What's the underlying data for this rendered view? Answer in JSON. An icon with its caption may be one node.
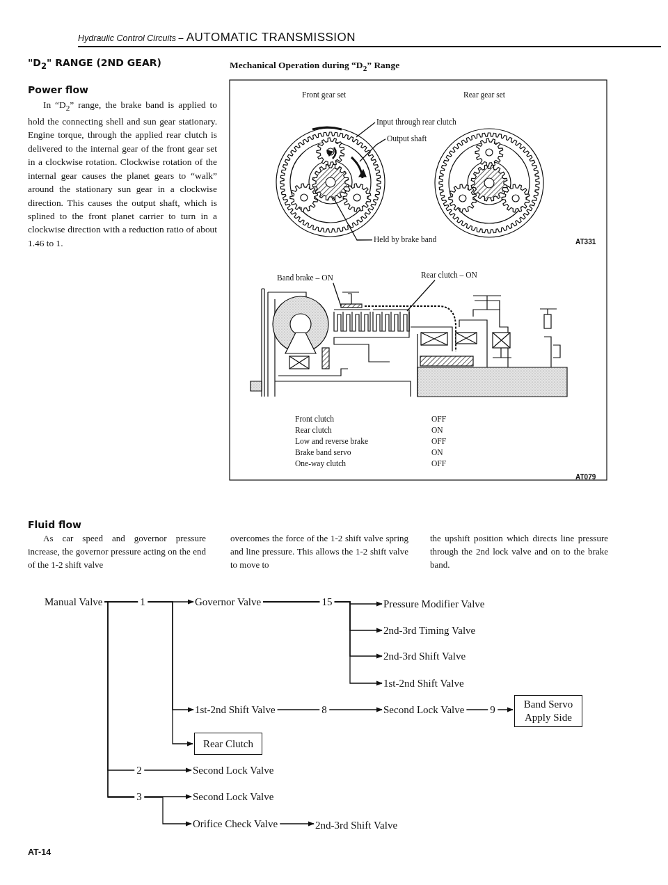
{
  "diagram": {
    "title": "*Hydraulic Control Circuits –* AUTOMATIC TRANSMISSION",
    "nodes": [
      {
        "text": [
          "Input through rear clutch"
        ]
      },
      {
        "text": [
          "Output shaft"
        ]
      },
      {
        "text": [
          "Held by brake band"
        ]
      },
      {
        "text": [
          "Band brake – ON"
        ]
      },
      {
        "text": [
          "Rear clutch – ON"
        ]
      },
      {
        "text": [
          "Manual Valve"
        ]
      },
      {
        "text": [
          "Governor Valve"
        ]
      },
      {
        "text": [
          "Pressure Modifier Valve"
        ]
      },
      {
        "text": [
          "2nd-3rd Timing Valve"
        ]
      },
      {
        "text": [
          "2nd-3rd Shift Valve"
        ]
      },
      {
        "text": [
          "1st-2nd Shift Valve"
        ]
      },
      {
        "text": [
          "1st-2nd Shift Valve"
        ]
      },
      {
        "text": [
          "Second Lock Valve"
        ]
      },
      {
        "text": [
          "Band Servo Apply Side"
        ]
      },
      {
        "text": [
          "Rear Clutch"
        ]
      },
      {
        "text": [
          "Second Lock Valve"
        ]
      },
      {
        "text": [
          "Second Lock Valve"
        ]
      },
      {
        "text": [
          "Orifice Check Valve"
        ]
      },
      {
        "text": [
          "2nd-3rd Shift Valve"
        ]
      }
    ],
    "edges": [
      {
        "from": 0,
        "to": null,
        "arrow": "none"
      },
      {
        "from": 1,
        "to": null,
        "arrow": "none"
      },
      {
        "from": 2,
        "to": null,
        "arrow": "none"
      },
      {
        "from": 3,
        "to": null,
        "arrow": "none"
      },
      {
        "from": 4,
        "to": null,
        "arrow": "none"
      },
      {
        "from": 5,
        "to": 6,
        "arrow": "to",
        "label": "1"
      },
      {
        "from": 5,
        "to": 11,
        "arrow": "to"
      },
      {
        "from": 5,
        "to": 14,
        "arrow": "to"
      },
      {
        "from": 5,
        "to": 15,
        "arrow": "to",
        "label": "2"
      },
      {
        "from": 5,
        "to": 16,
        "arrow": "to",
        "label": "3"
      },
      {
        "from": 5,
        "to": 17,
        "arrow": "to"
      },
      {
        "from": 6,
        "to": 7,
        "arrow": "to",
        "label": "15"
      },
      {
        "from": 6,
        "to": 8,
        "arrow": "to"
      },
      {
        "from": 6,
        "to": 9,
        "arrow": "to"
      },
      {
        "from": 6,
        "to": 10,
        "arrow": "to"
      },
      {
        "from": 11,
        "to": 12,
        "arrow": "to",
        "label": "8"
      },
      {
        "from": 12,
        "to": 13,
        "arrow": "to",
        "label": "9"
      },
      {
        "from": 17,
        "to": 18,
        "arrow": "to"
      }
    ],
    "labels": [
      "\"D$_{2}$\" RANGE (2ND GEAR)",
      "Power flow",
      "In “D$_{2}$” range, the brake band is applied to hold the connecting shell and sun gear stationary. Engine torque, through the applied rear clutch is delivered to the internal gear of the front gear set in a clockwise rotation. Clockwise rotation of the internal gear causes the planet gears to “walk” around the stationary sun gear in a clockwise direction. This causes the output shaft, which is splined to the front planet carrier to turn in a clockwise direction with a reduction ratio of about 1.46 to 1.",
      "Mechanical Operation during “D$_{2}$” Range",
      "Front gear set",
      "Rear gear set",
      "AT331",
      "Front clutch",
      "OFF",
      "Rear clutch",
      "ON",
      "Low and reverse brake",
      "OFF",
      "Brake band servo",
      "ON",
      "One-way clutch",
      "OFF",
      "AT079",
      "Fluid flow",
      "As car speed and governor pressure increase, the governor pressure acting on the end of the 1-2 shift valve",
      "overcomes the force of the 1-2 shift valve spring and line pressure. This allows the 1-2 shift valve to move to",
      "the upshift position which directs line pressure through the 2nd lock valve and on to the brake band.",
      "AT-14"
    ]
  }
}
